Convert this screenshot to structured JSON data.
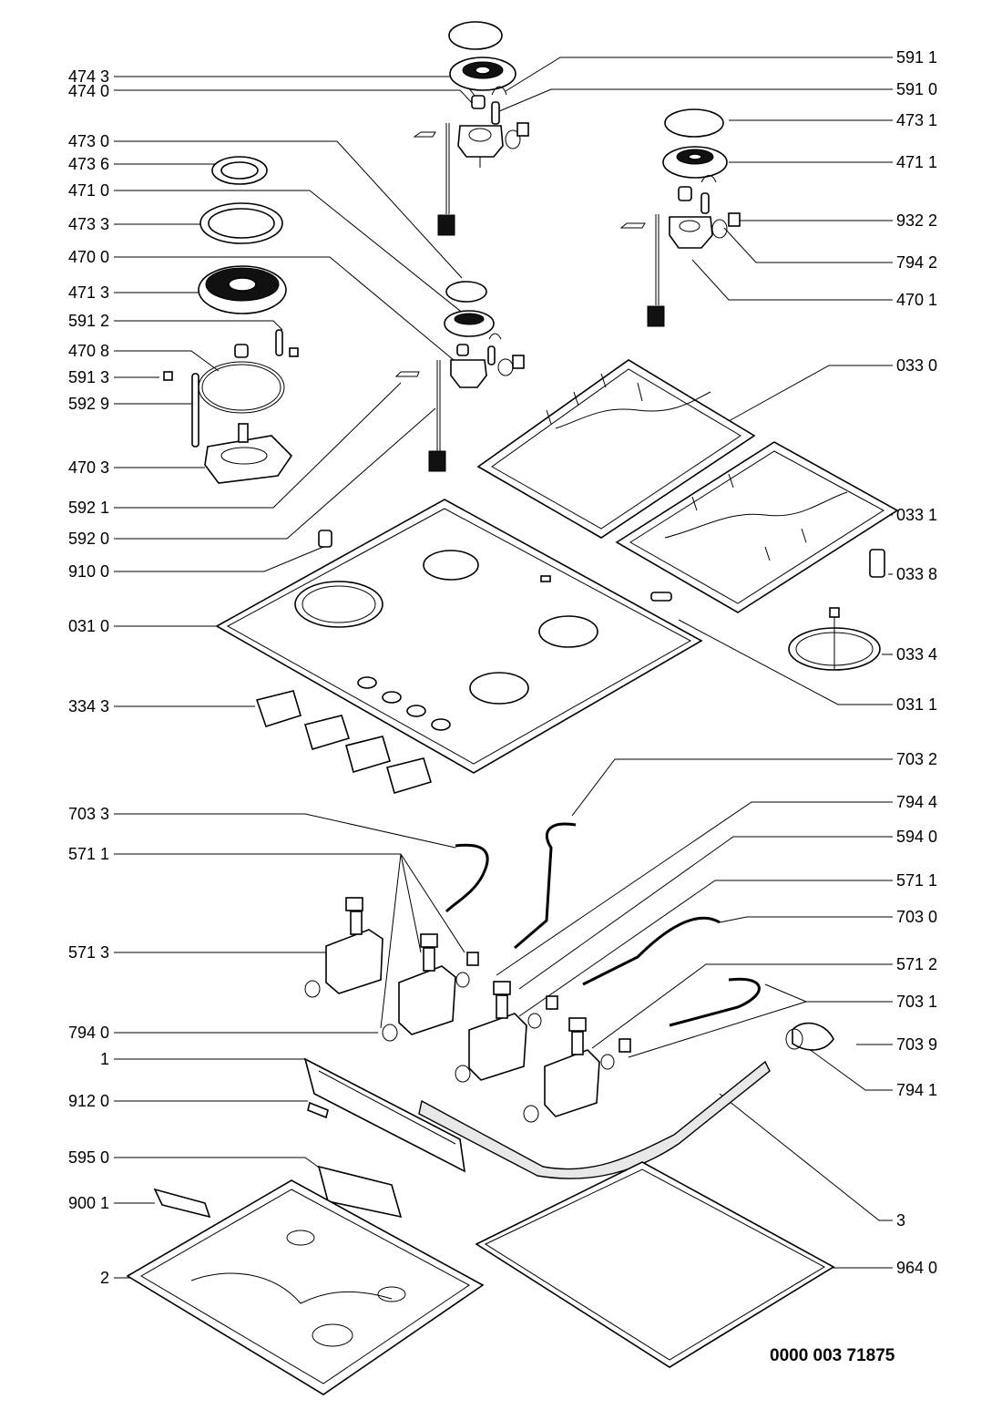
{
  "labels_left": [
    "474 3",
    "474 0",
    "473 0",
    "473 6",
    "471 0",
    "473 3",
    "470 0",
    "471 3",
    "591 2",
    "470 8",
    "591 3",
    "592 9",
    "470 3",
    "592 1",
    "592 0",
    "910 0",
    "031 0",
    "334 3",
    "703 3",
    "571 1",
    "571 3",
    "794 0",
    "1",
    "912 0",
    "595 0",
    "900 1",
    "2"
  ],
  "labels_right": [
    "591 1",
    "591 0",
    "473 1",
    "471 1",
    "932 2",
    "794 2",
    "470 1",
    "033 0",
    "033 1",
    "033 8",
    "033 4",
    "031 1",
    "703 2",
    "794 4",
    "594 0",
    "571 1",
    "703 0",
    "571 2",
    "703 1",
    "703 9",
    "794 1",
    "3",
    "964 0"
  ],
  "document_number": "0000 003 71875"
}
